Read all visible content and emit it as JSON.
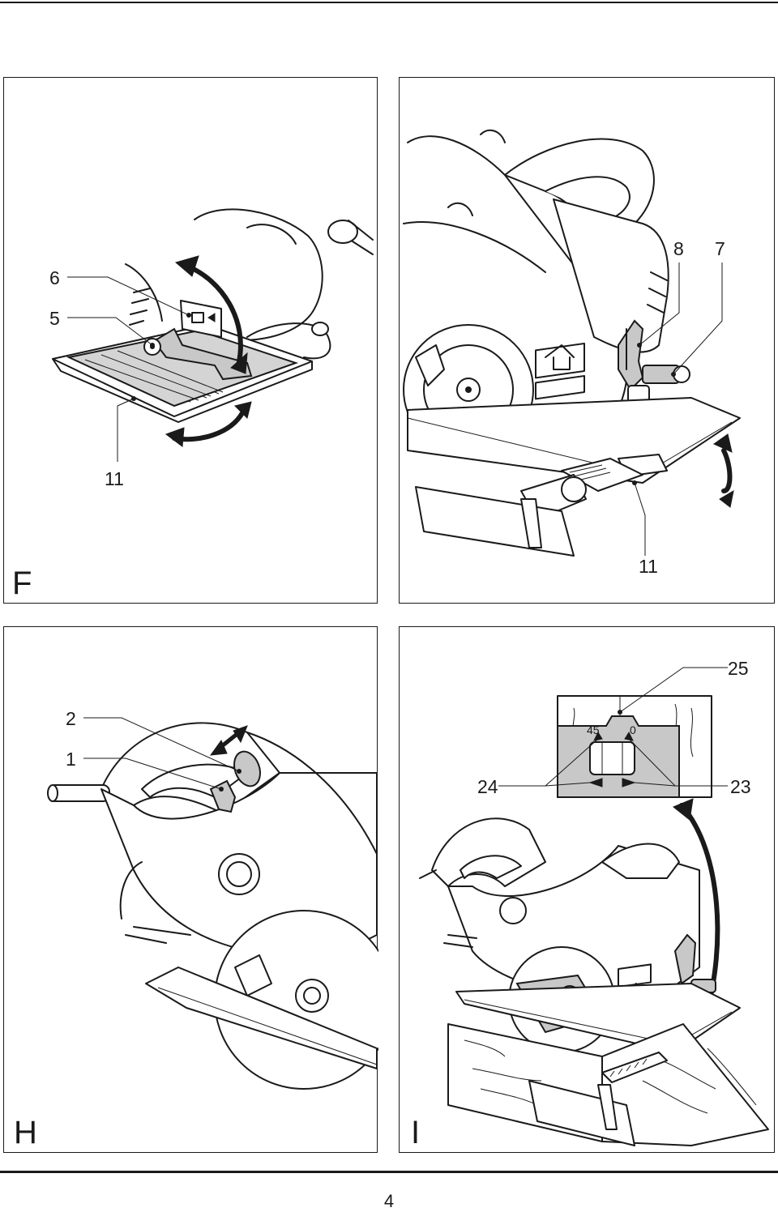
{
  "page": {
    "number": "4"
  },
  "panels": {
    "F": {
      "label": "F",
      "callouts": {
        "c6": "6",
        "c5": "5",
        "c11": "11"
      }
    },
    "G": {
      "callouts": {
        "c8": "8",
        "c7": "7",
        "c11": "11"
      }
    },
    "H": {
      "label": "H",
      "callouts": {
        "c2": "2",
        "c1": "1"
      }
    },
    "I": {
      "label": "I",
      "callouts": {
        "c25": "25",
        "c24": "24",
        "c23": "23"
      },
      "scale": {
        "mark45": "45",
        "mark0": "0"
      }
    }
  }
}
